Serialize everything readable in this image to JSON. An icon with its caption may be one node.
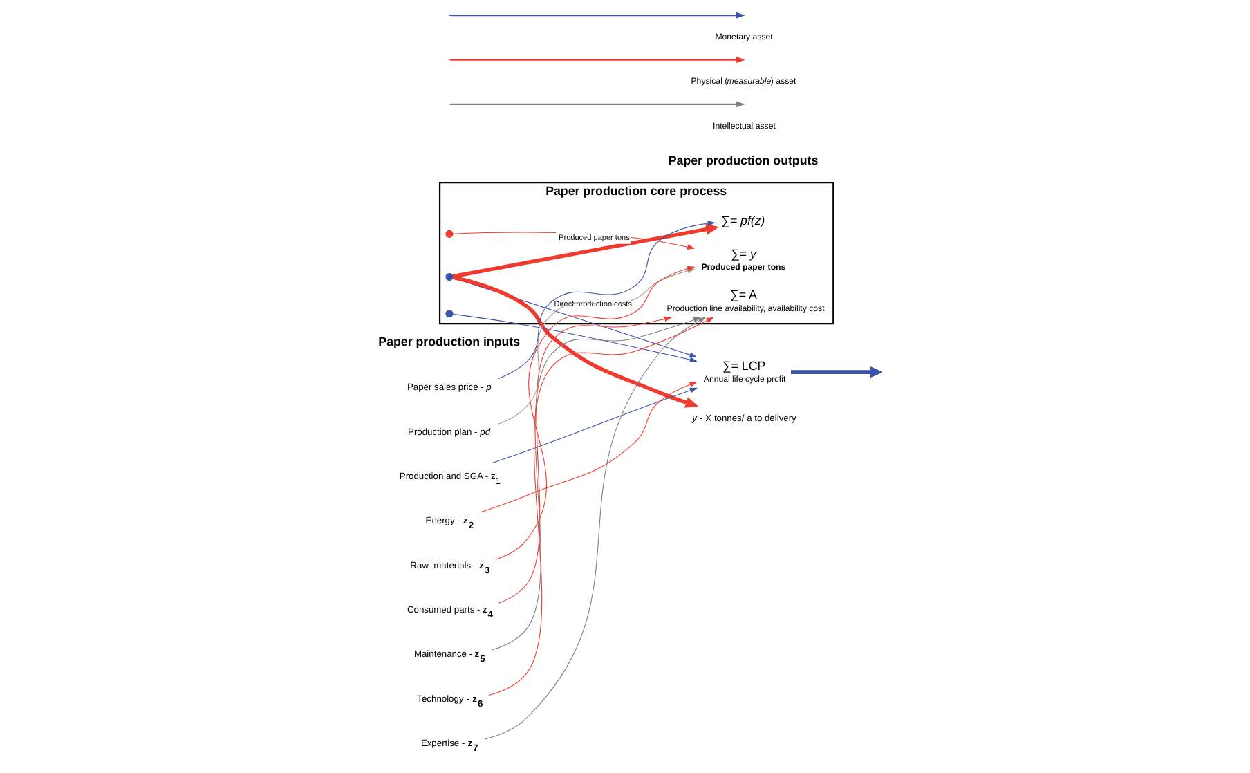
{
  "diagram": {
    "nodes": [
      {
        "text": [
          "Paper production core process"
        ]
      },
      {
        "text": [
          "Paper sales price - *p*"
        ]
      },
      {
        "text": [
          "Production plan - *pd*"
        ]
      },
      {
        "text": [
          "Production and SGA - z$_{1}$"
        ]
      },
      {
        "text": [
          "Energy - **z$_{2}$**"
        ]
      },
      {
        "text": [
          "Raw  materials - **z$_{3}$**"
        ]
      },
      {
        "text": [
          "Consumed parts - **z$_{4}$**"
        ]
      },
      {
        "text": [
          "Maintenance - **z$_{5}$**"
        ]
      },
      {
        "text": [
          "Technology - **z$_{6}$**"
        ]
      },
      {
        "text": [
          "Expertise - **z$_{7}$**"
        ]
      },
      {
        "text": [
          "∑= A"
        ],
        "beside": [
          "Production line availability, availability cost"
        ],
        "in": 0
      },
      {
        "text": [],
        "shape": "circle",
        "in": 0
      },
      {
        "text": [
          "∑= *y*"
        ],
        "beside": [
          "**Produced paper tons**"
        ],
        "in": 0
      },
      {
        "text": [],
        "shape": "circle",
        "in": 0
      },
      {
        "text": [
          "∑= *pf(z)*"
        ],
        "in": 0
      },
      {
        "text": [],
        "shape": "circle",
        "in": 0
      },
      {
        "text": [
          "∑= LCP"
        ],
        "beside": [
          "Annual life cycle profit"
        ]
      },
      {
        "text": [
          "*y* - X tonnes/ a to delivery"
        ]
      }
    ],
    "edges": [
      {
        "from": 1,
        "to": 14,
        "arrow": "to",
        "color": "#3a52a8"
      },
      {
        "from": 2,
        "to": 12,
        "arrow": "to",
        "color": "#a0a0a0"
      },
      {
        "from": 3,
        "to": 16,
        "arrow": "to",
        "color": "#3a52a8"
      },
      {
        "from": 4,
        "to": 16,
        "arrow": "to"
      },
      {
        "from": 5,
        "to": 12,
        "arrow": "to"
      },
      {
        "from": 6,
        "to": 10,
        "arrow": "to"
      },
      {
        "from": 7,
        "to": 10,
        "arrow": "to",
        "color": "#808080"
      },
      {
        "from": 8,
        "to": 10,
        "arrow": "to"
      },
      {
        "from": 9,
        "to": 10,
        "arrow": "to",
        "color": "#808080"
      },
      {
        "from": 11,
        "to": 12,
        "arrow": "to"
      },
      {
        "from": 13,
        "to": 14,
        "arrow": "to",
        "style": "thick",
        "label": "Produced paper tons"
      },
      {
        "from": 13,
        "to": 16,
        "arrow": "to",
        "color": "#3a52a8",
        "label": "Direct production costs"
      },
      {
        "from": 13,
        "to": 17,
        "arrow": "to",
        "style": "thick"
      },
      {
        "from": 15,
        "to": 16,
        "arrow": "to",
        "color": "#3a52a8"
      },
      {
        "from": 16,
        "to": null,
        "arrow": "to",
        "style": "thick",
        "color": "#3a52a8"
      }
    ],
    "labels": [
      "Paper production inputs",
      "Paper production outputs"
    ],
    "legend": [
      {
        "text": "Monetary asset"
      },
      {
        "text": "Physical (*measurable*) asset"
      },
      {
        "text": "Intellectual asset"
      }
    ]
  }
}
